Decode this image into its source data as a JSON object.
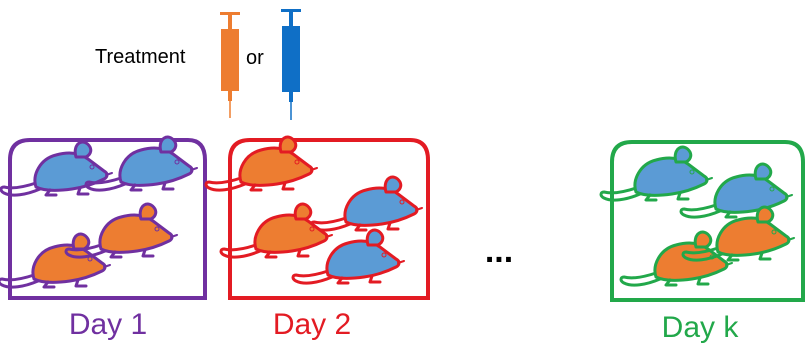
{
  "treatment": {
    "label": "Treatment",
    "connector": "or",
    "syringes": [
      {
        "name": "orange-syringe-icon",
        "color": "#ED7D31"
      },
      {
        "name": "blue-syringe-icon",
        "color": "#0F6FC6"
      }
    ]
  },
  "colors": {
    "mouse_orange": "#ED7D31",
    "mouse_blue": "#5B9BD5"
  },
  "ellipsis": "...",
  "days": [
    {
      "label": "Day 1",
      "color": "#7030A0",
      "mice": [
        {
          "color": "blue"
        },
        {
          "color": "blue"
        },
        {
          "color": "orange"
        },
        {
          "color": "orange"
        }
      ]
    },
    {
      "label": "Day 2",
      "color": "#E31B23",
      "mice": [
        {
          "color": "orange"
        },
        {
          "color": "blue"
        },
        {
          "color": "orange"
        },
        {
          "color": "blue"
        }
      ]
    },
    {
      "label": "Day k",
      "color": "#22A84A",
      "mice": [
        {
          "color": "blue"
        },
        {
          "color": "blue"
        },
        {
          "color": "orange"
        },
        {
          "color": "orange"
        }
      ]
    }
  ]
}
